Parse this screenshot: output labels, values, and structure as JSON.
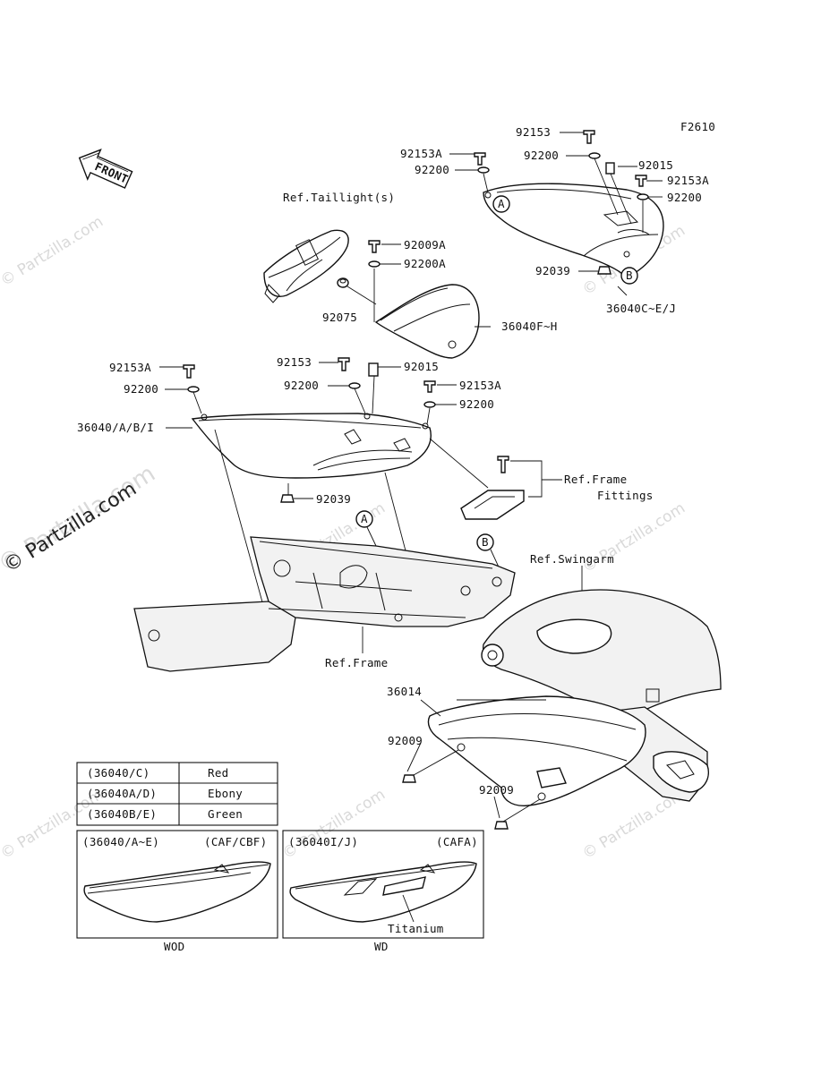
{
  "figure_code": "F2610",
  "front_label": "FRONT",
  "watermark": "© Partzilla.com",
  "labels": {
    "p92153_top": "92153",
    "p92153A_top": "92153A",
    "p92200_topleft": "92200",
    "p92200_topright": "92200",
    "p92015_top": "92015",
    "p92153A_right": "92153A",
    "p92200_right": "92200",
    "taillight": "Ref.Taillight(s)",
    "p92009A": "92009A",
    "p92200A": "92200A",
    "p92075": "92075",
    "p36040FH": "36040F~H",
    "p92039_top": "92039",
    "p36040CEJ": "36040C~E/J",
    "p92153A_left": "92153A",
    "p92200_left": "92200",
    "p92153_mid": "92153",
    "p92015_mid": "92015",
    "p92200_mid": "92200",
    "p92153A_mid": "92153A",
    "p92200_mid2": "92200",
    "p36040ABI": "36040/A/B/I",
    "p92039_mid": "92039",
    "frame_fittings_1": "Ref.Frame",
    "frame_fittings_2": "Fittings",
    "swingarm": "Ref.Swingarm",
    "frame": "Ref.Frame",
    "p36014": "36014",
    "p92009_a": "92009",
    "p92009_b": "92009",
    "callout_a": "A",
    "callout_b": "B"
  },
  "color_table": [
    {
      "code": "(36040/C)",
      "color": "Red"
    },
    {
      "code": "(36040A/D)",
      "color": "Ebony"
    },
    {
      "code": "(36040B/E)",
      "color": "Green"
    }
  ],
  "inset_left": {
    "code": "(36040/A~E)",
    "model": "(CAF/CBF)",
    "caption": "WOD"
  },
  "inset_right": {
    "code": "(36040I/J)",
    "model": "(CAFA)",
    "note": "Titanium",
    "caption": "WD"
  }
}
